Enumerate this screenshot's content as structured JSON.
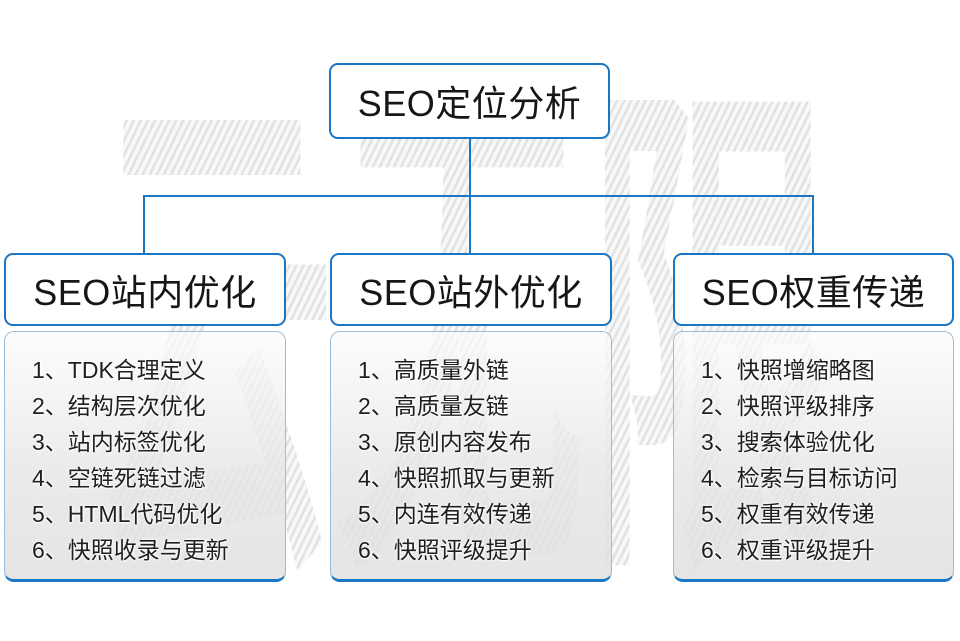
{
  "watermark": {
    "text": "云无限"
  },
  "root": {
    "title": "SEO定位分析"
  },
  "colors": {
    "connector_blue": "#1b76c3",
    "list_border_light": "#9dbdda",
    "watermark_gray": "#e8e8e8",
    "text_black": "#1c1c1c"
  },
  "columns": [
    {
      "title": "SEO站内优化",
      "items": [
        "1、TDK合理定义",
        "2、结构层次优化",
        "3、站内标签优化",
        "4、空链死链过滤",
        "5、HTML代码优化",
        "6、快照收录与更新"
      ]
    },
    {
      "title": "SEO站外优化",
      "items": [
        "1、高质量外链",
        "2、高质量友链",
        "3、原创内容发布",
        "4、快照抓取与更新",
        "5、内连有效传递",
        "6、快照评级提升"
      ]
    },
    {
      "title": "SEO权重传递",
      "items": [
        "1、快照增缩略图",
        "2、快照评级排序",
        "3、搜索体验优化",
        "4、检索与目标访问",
        "5、权重有效传递",
        "6、权重评级提升"
      ]
    }
  ]
}
